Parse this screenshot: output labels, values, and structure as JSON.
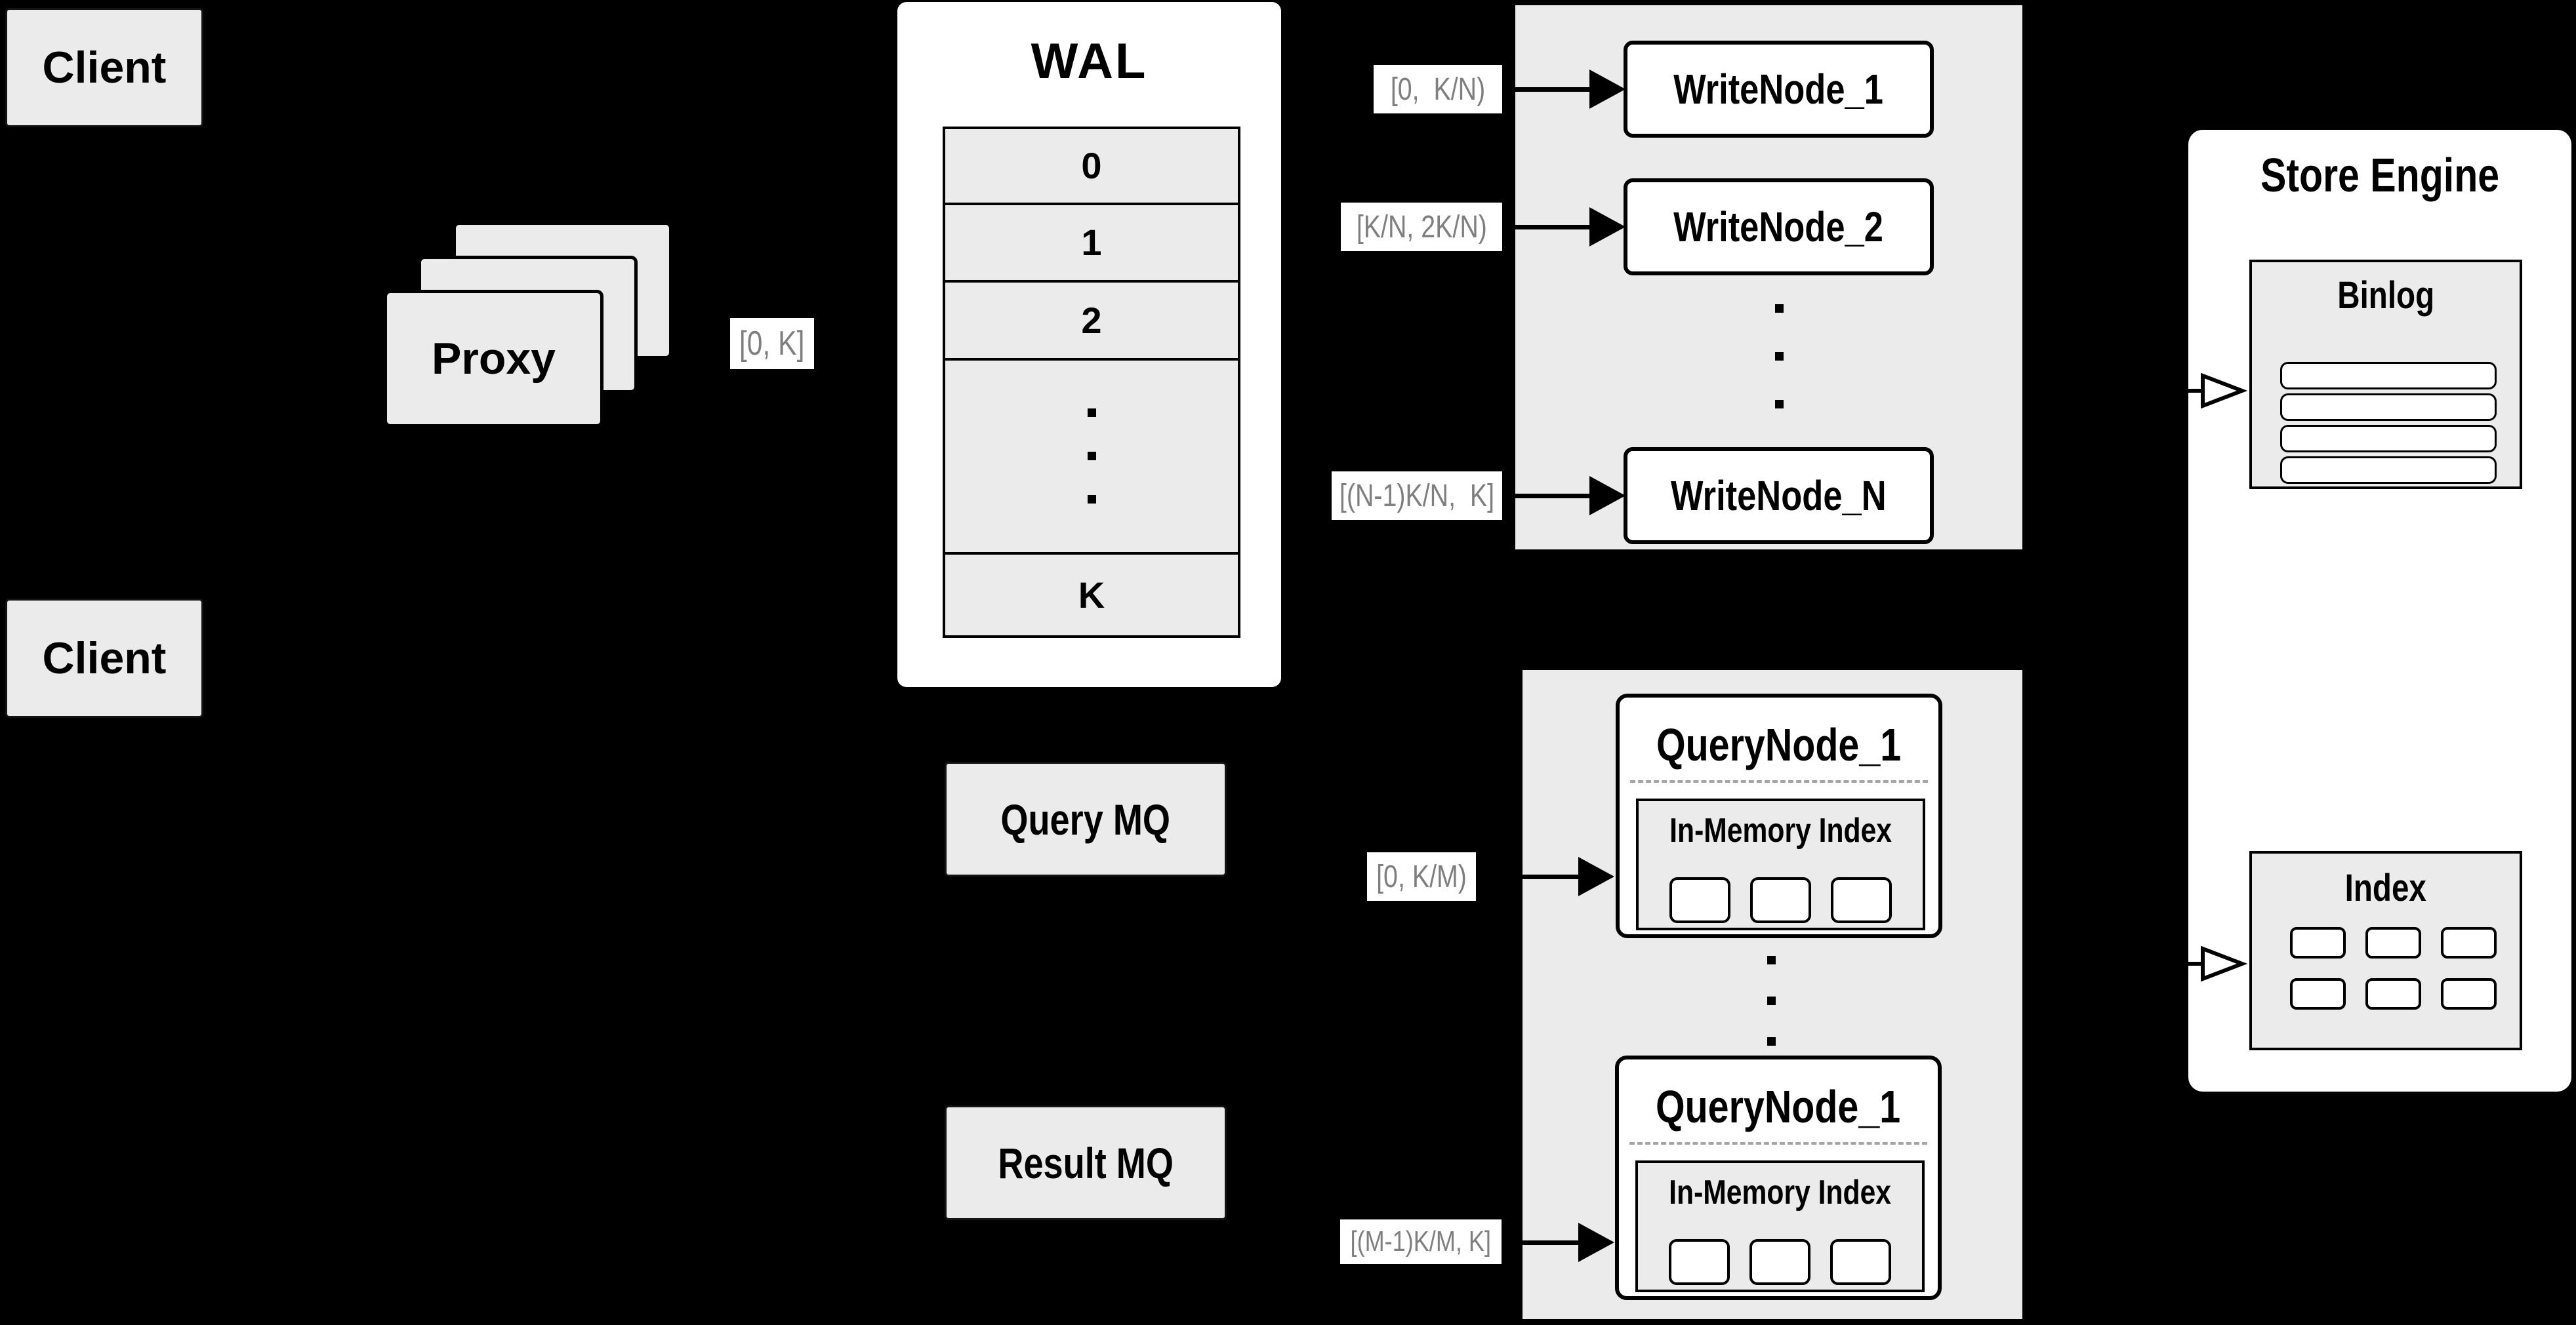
{
  "clients": {
    "top": "Client",
    "bottom": "Client"
  },
  "proxy": {
    "label": "Proxy"
  },
  "wal": {
    "title": "WAL",
    "rows": [
      "0",
      "1",
      "2",
      "K"
    ]
  },
  "flow_labels": {
    "proxy_out": "[0, K]",
    "write_1": "[0,  K/N)",
    "write_2": "[K/N, 2K/N)",
    "write_n": "[(N-1)K/N,  K]",
    "query_1": "[0, K/M)",
    "query_2": "[(M-1)K/M, K]"
  },
  "write_panel": {
    "nodes": [
      "WriteNode_1",
      "WriteNode_2",
      "WriteNode_N"
    ]
  },
  "queues": {
    "query_mq": "Query MQ",
    "result_mq": "Result MQ"
  },
  "query_panel": {
    "nodes": [
      {
        "title": "QueryNode_1",
        "inmem": "In-Memory Index"
      },
      {
        "title": "QueryNode_1",
        "inmem": "In-Memory Index"
      }
    ]
  },
  "store_engine": {
    "title": "Store Engine",
    "binlog_title": "Binlog",
    "index_title": "Index"
  }
}
